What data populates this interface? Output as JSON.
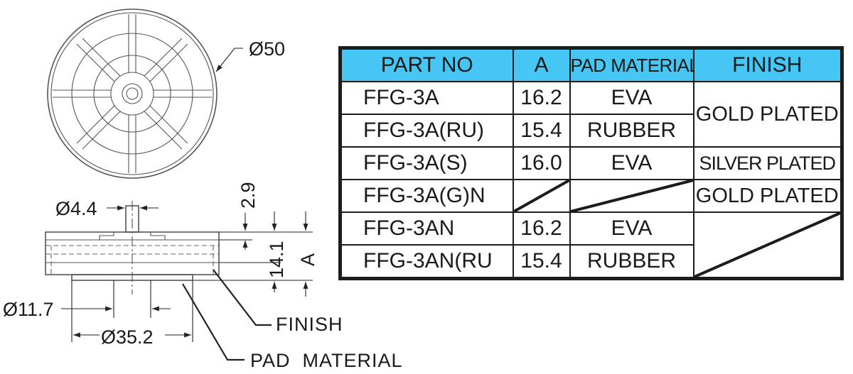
{
  "drawing": {
    "dims": {
      "outer_diameter": "Ø50",
      "stem_diameter": "Ø4.4",
      "height_2_9": "2.9",
      "height_14_1": "14.1",
      "height_A": "A",
      "base_diameter": "Ø11.7",
      "pad_diameter": "Ø35.2"
    },
    "callouts": {
      "finish": "FINISH",
      "pad_material": "PAD  MATERIAL"
    }
  },
  "table": {
    "headers": [
      "PART NO",
      "A",
      "PAD  MATERIAL",
      "FINISH"
    ],
    "rows": [
      {
        "part": "FFG-3A",
        "a": "16.2",
        "pad": "EVA",
        "finish": "GOLD PLATED"
      },
      {
        "part": "FFG-3A(RU)",
        "a": "15.4",
        "pad": "RUBBER",
        "finish": ""
      },
      {
        "part": "FFG-3A(S)",
        "a": "16.0",
        "pad": "EVA",
        "finish": "SILVER PLATED"
      },
      {
        "part": "FFG-3A(G)N",
        "a": "",
        "pad": "",
        "finish": "GOLD PLATED"
      },
      {
        "part": "FFG-3AN",
        "a": "16.2",
        "pad": "EVA",
        "finish": ""
      },
      {
        "part": "FFG-3AN(RU",
        "a": "15.4",
        "pad": "RUBBER",
        "finish": ""
      }
    ]
  },
  "colors": {
    "header_bg": "#45c6f4",
    "line": "#1c1c1c"
  }
}
